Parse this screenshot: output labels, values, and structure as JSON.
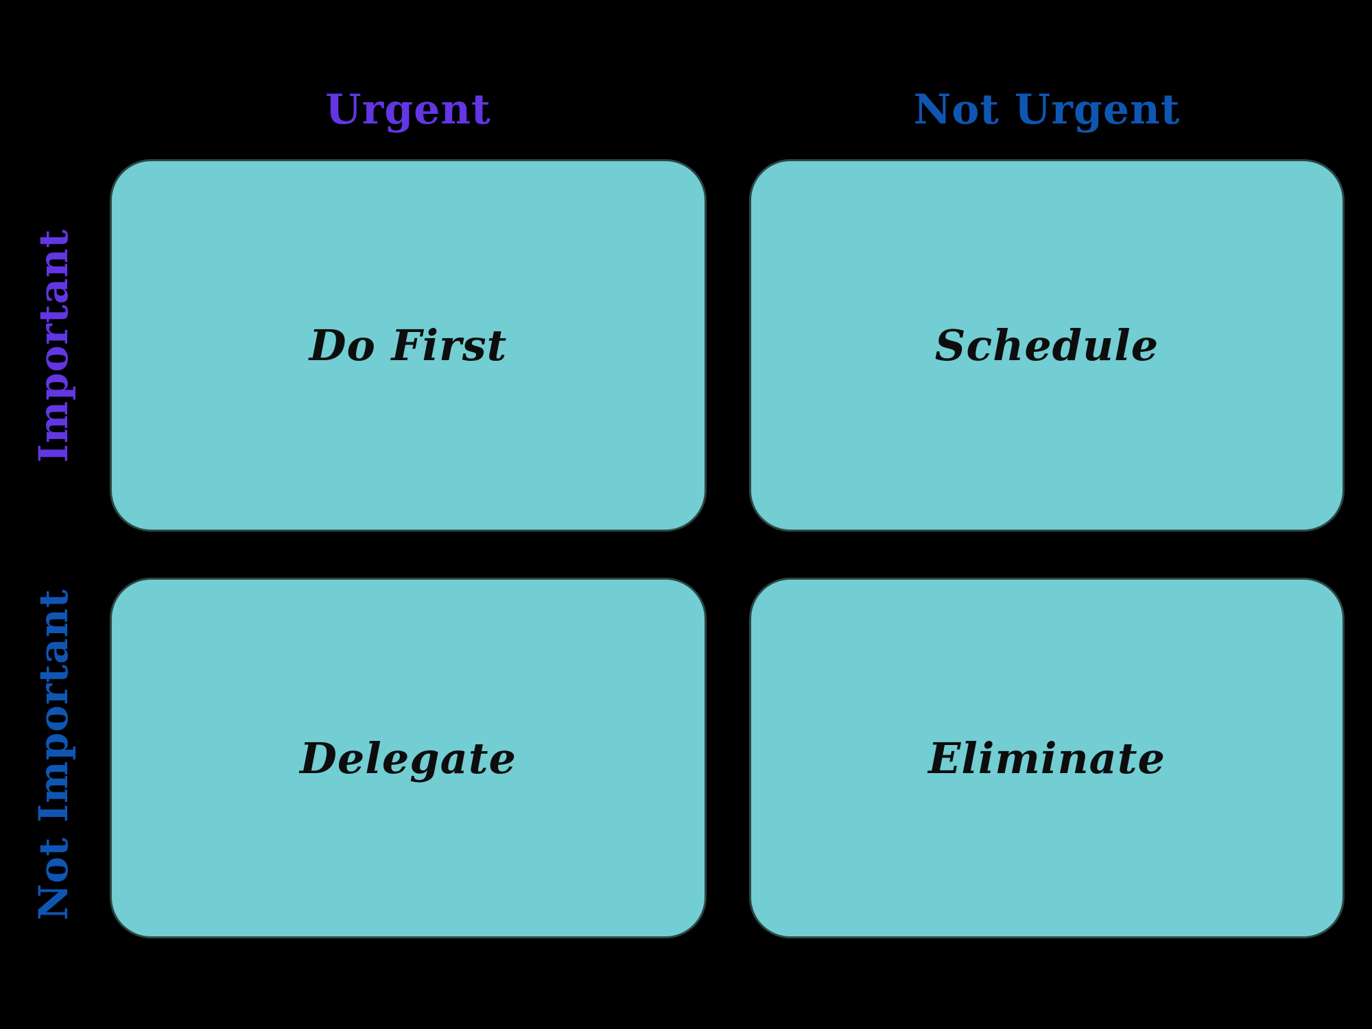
{
  "matrix": {
    "title_hint": "Eisenhower priority matrix",
    "columns": [
      {
        "label": "Urgent",
        "color": "#6236E3"
      },
      {
        "label": "Not Urgent",
        "color": "#0F56B3"
      }
    ],
    "rows": [
      {
        "label": "Important",
        "color": "#6236E3"
      },
      {
        "label": "Not Important",
        "color": "#0F56B3"
      }
    ],
    "quadrants": [
      {
        "row": "Important",
        "column": "Urgent",
        "label": "Do First"
      },
      {
        "row": "Important",
        "column": "Not Urgent",
        "label": "Schedule"
      },
      {
        "row": "Not Important",
        "column": "Urgent",
        "label": "Delegate"
      },
      {
        "row": "Not Important",
        "column": "Not Urgent",
        "label": "Eliminate"
      }
    ],
    "colors": {
      "background": "#000000",
      "cell_fill": "#72CED3",
      "cell_border": "#2C4644",
      "cell_text": "#0D0D0D"
    }
  }
}
